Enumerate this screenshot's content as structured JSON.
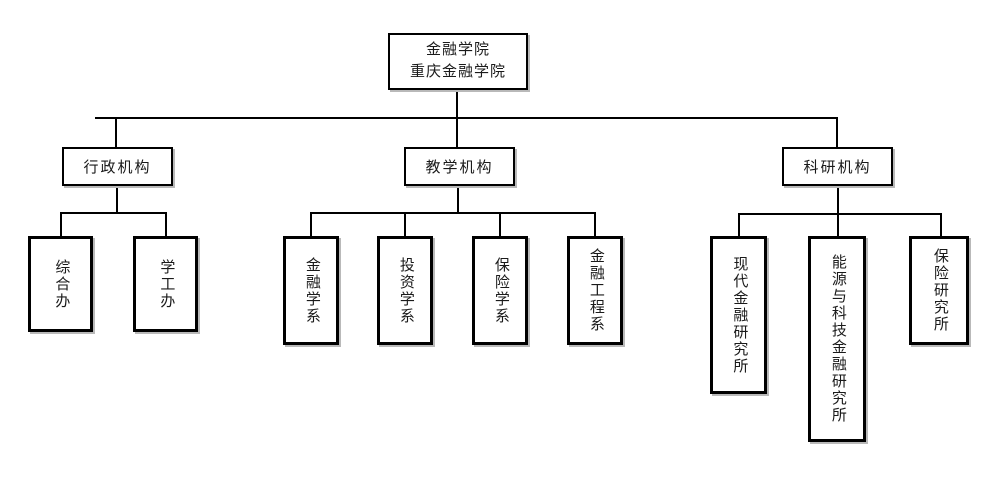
{
  "diagram": {
    "title_lines": "金融学院\n重庆金融学院",
    "root": {
      "label": "金融学院\n重庆金融学院",
      "line1": "金融学院",
      "line2": "重庆金融学院"
    },
    "branches": [
      {
        "label": "行政机构",
        "children": [
          {
            "label": "综合办"
          },
          {
            "label": "学工办"
          }
        ]
      },
      {
        "label": "教学机构",
        "children": [
          {
            "label": "金融学系"
          },
          {
            "label": "投资学系"
          },
          {
            "label": "保险学系"
          },
          {
            "label": "金融工程系"
          }
        ]
      },
      {
        "label": "科研机构",
        "children": [
          {
            "label": "现代金融研究所"
          },
          {
            "label": "能源与科技金融研究所"
          },
          {
            "label": "保险研究所"
          }
        ]
      }
    ],
    "colors": {
      "background": "#ffffff",
      "border": "#000000",
      "text": "#1a1a1a",
      "shadow": "#b9b9b9"
    }
  }
}
